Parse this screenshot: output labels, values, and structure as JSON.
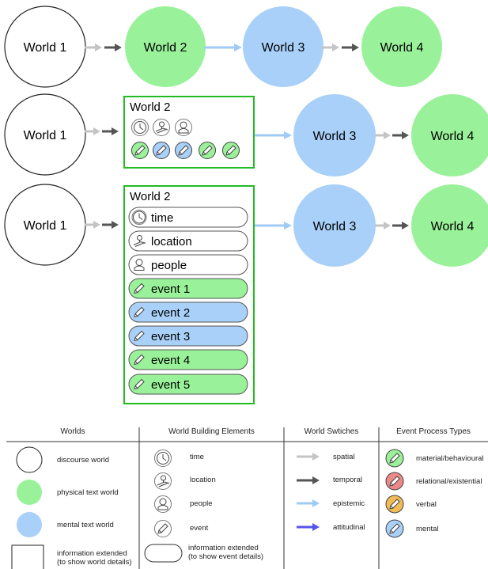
{
  "worlds": {
    "w1": "World 1",
    "w2": "World 2",
    "w3": "World 3",
    "w4": "World 4"
  },
  "expanded_items": [
    "time",
    "location",
    "people",
    "event 1",
    "event 2",
    "event 3",
    "event 4",
    "event 5"
  ],
  "legend": {
    "headers": [
      "Worlds",
      "World Building Elements",
      "World Swtiches",
      "Event Process Types"
    ],
    "worlds": [
      "discourse world",
      "physical text world",
      "mental text world",
      "information extended\n(to show world details)"
    ],
    "elements": [
      "time",
      "location",
      "people",
      "event",
      "information extended\n(to show event details)"
    ],
    "switches": [
      "spatial",
      "temporal",
      "epistemic",
      "attitudinal"
    ],
    "event_types": [
      "material/behavioural",
      "relational/existential",
      "verbal",
      "mental"
    ]
  },
  "colors": {
    "physical": "#99f299",
    "mental": "#a8d0f8",
    "frame_green": "#22bb22",
    "spatial_arrow": "#c4c4c4",
    "temporal_arrow": "#555555",
    "epistemic_arrow": "#9fcbf5",
    "attitudinal_arrow": "#5555ee",
    "relational": "#ee8888",
    "verbal": "#f2bb55"
  }
}
